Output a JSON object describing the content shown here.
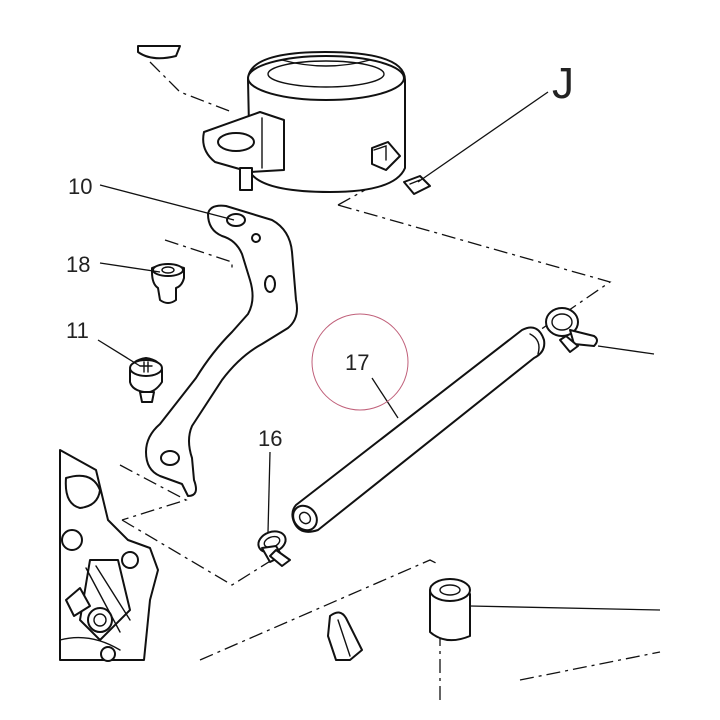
{
  "callouts": [
    {
      "id": "10",
      "label": "10"
    },
    {
      "id": "18",
      "label": "18"
    },
    {
      "id": "11",
      "label": "11"
    },
    {
      "id": "17",
      "label": "17"
    },
    {
      "id": "16",
      "label": "16"
    }
  ],
  "letters": {
    "j": "J"
  },
  "colors": {
    "line": "#111111",
    "highlight_ring": "#c0607a",
    "background": "#ffffff"
  }
}
